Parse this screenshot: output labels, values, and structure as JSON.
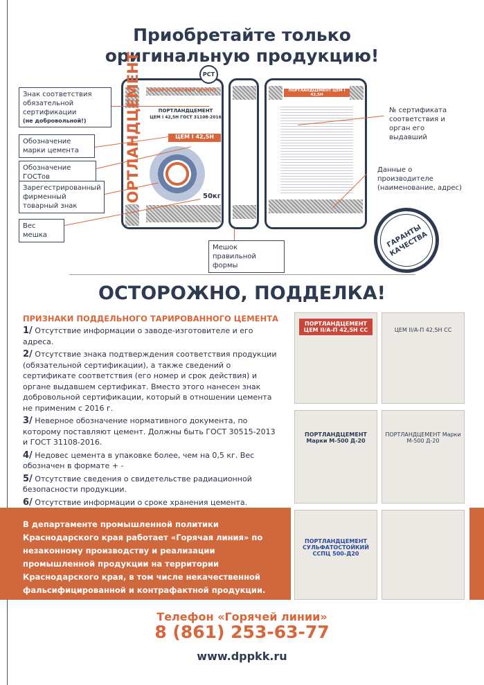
{
  "header": {
    "title_line1": "Приобретайте только",
    "title_line2": "оригинальную продукцию!"
  },
  "diagram": {
    "labels": {
      "cert_mark": "Знак соответствия обязательной сертификации",
      "cert_mark_note": "(не добровольной!)",
      "grade": "Обозначение марки цемента",
      "gost": "Обозначение ГОСТов",
      "trademark": "Зарегестрированный фирменный товарный знак",
      "weight": "Вес мешка",
      "bag_shape": "Мешок правильной формы",
      "cert_number": "№ сертификата соответствия и орган его выдавший",
      "manufacturer": "Данные о производителе (наименование, адрес)"
    },
    "bag_front": {
      "brand_band": "НОВОРОССИЙСКИЙ ЦЕМЕНТ",
      "vertical": "ПОРТЛАНДЦЕМЕНТ",
      "product": "ПОРТЛАНДЦЕМЕНТ",
      "spec": "ЦЕМ I 42,5Н ГОСТ 31108-2016",
      "grade": "ЦЕМ I 42,5Н",
      "weight": "50кг",
      "logo_text": "РСТ"
    },
    "bag_back": {
      "brand_band": "ПОРТЛАНДЦЕМЕНТ ЦЕМ I 42,5Н"
    },
    "stamp": "ГАРАНТЫ КАЧЕСТВА"
  },
  "warning": {
    "title": "ОСТОРОЖНО, ПОДДЕЛКА!",
    "subtitle": "ПРИЗНАКИ ПОДДЕЛЬНОГО ТАРИРОВАННОГО ЦЕМЕНТА",
    "items": [
      {
        "num": "1/",
        "text": "Отсутствие информации о заводе-изготовителе и его адреса."
      },
      {
        "num": "2/",
        "text": "Отсутствие знака подтверждения соответствия продукции (обязательной сертификации), а также сведений о сертификате соответствия (его номер и срок действия) и органе выдавшем сертификат. Вместо этого нанесен знак добровольной сертификации, который в отношении цемента не применим с 2016 г."
      },
      {
        "num": "3/",
        "text": "Неверное обозначение нормативного документа, по которому поставляют цемент. Должны быть ГОСТ 30515-2013 и ГОСТ 31108-2016."
      },
      {
        "num": "4/",
        "text": "Недовес цемента в упаковке более, чем на 0,5 кг. Вес обозначен в формате + -"
      },
      {
        "num": "5/",
        "text": "Отсутствие сведения о свидетельстве радиационной безопасности продукции."
      },
      {
        "num": "6/",
        "text": "Отсутствие информации о сроке хранения цемента."
      }
    ],
    "photos": [
      "ПОРТЛАНДЦЕМЕНТ ЦЕМ II/А-П 42,5Н СС",
      "ЦЕМ II/А-П 42,5Н СС",
      "ПОРТЛАНДЦЕМЕНТ Марки М-500 Д-20",
      "ПОРТЛАНДЦЕМЕНТ Марки М-500 Д-20",
      "ПОРТЛАНДЦЕМЕНТ СУЛЬФАТОСТОЙКИЙ ССПЦ 500-Д20",
      ""
    ]
  },
  "hotline": {
    "band_text": "В департаменте промышленной политики Краснодарского края работает «Горячая линия» по незаконному производству и реализации промышленной продукции на территории Краснодарского края, в том числе некачественной фальсифицированной и контрафактной продукции.",
    "phone_label": "Телефон «Горячей линии»",
    "phone": "8 (861) 253-63-77",
    "url": "www.dppkk.ru"
  },
  "colors": {
    "accent": "#d9663a",
    "navy": "#2d3a50"
  }
}
